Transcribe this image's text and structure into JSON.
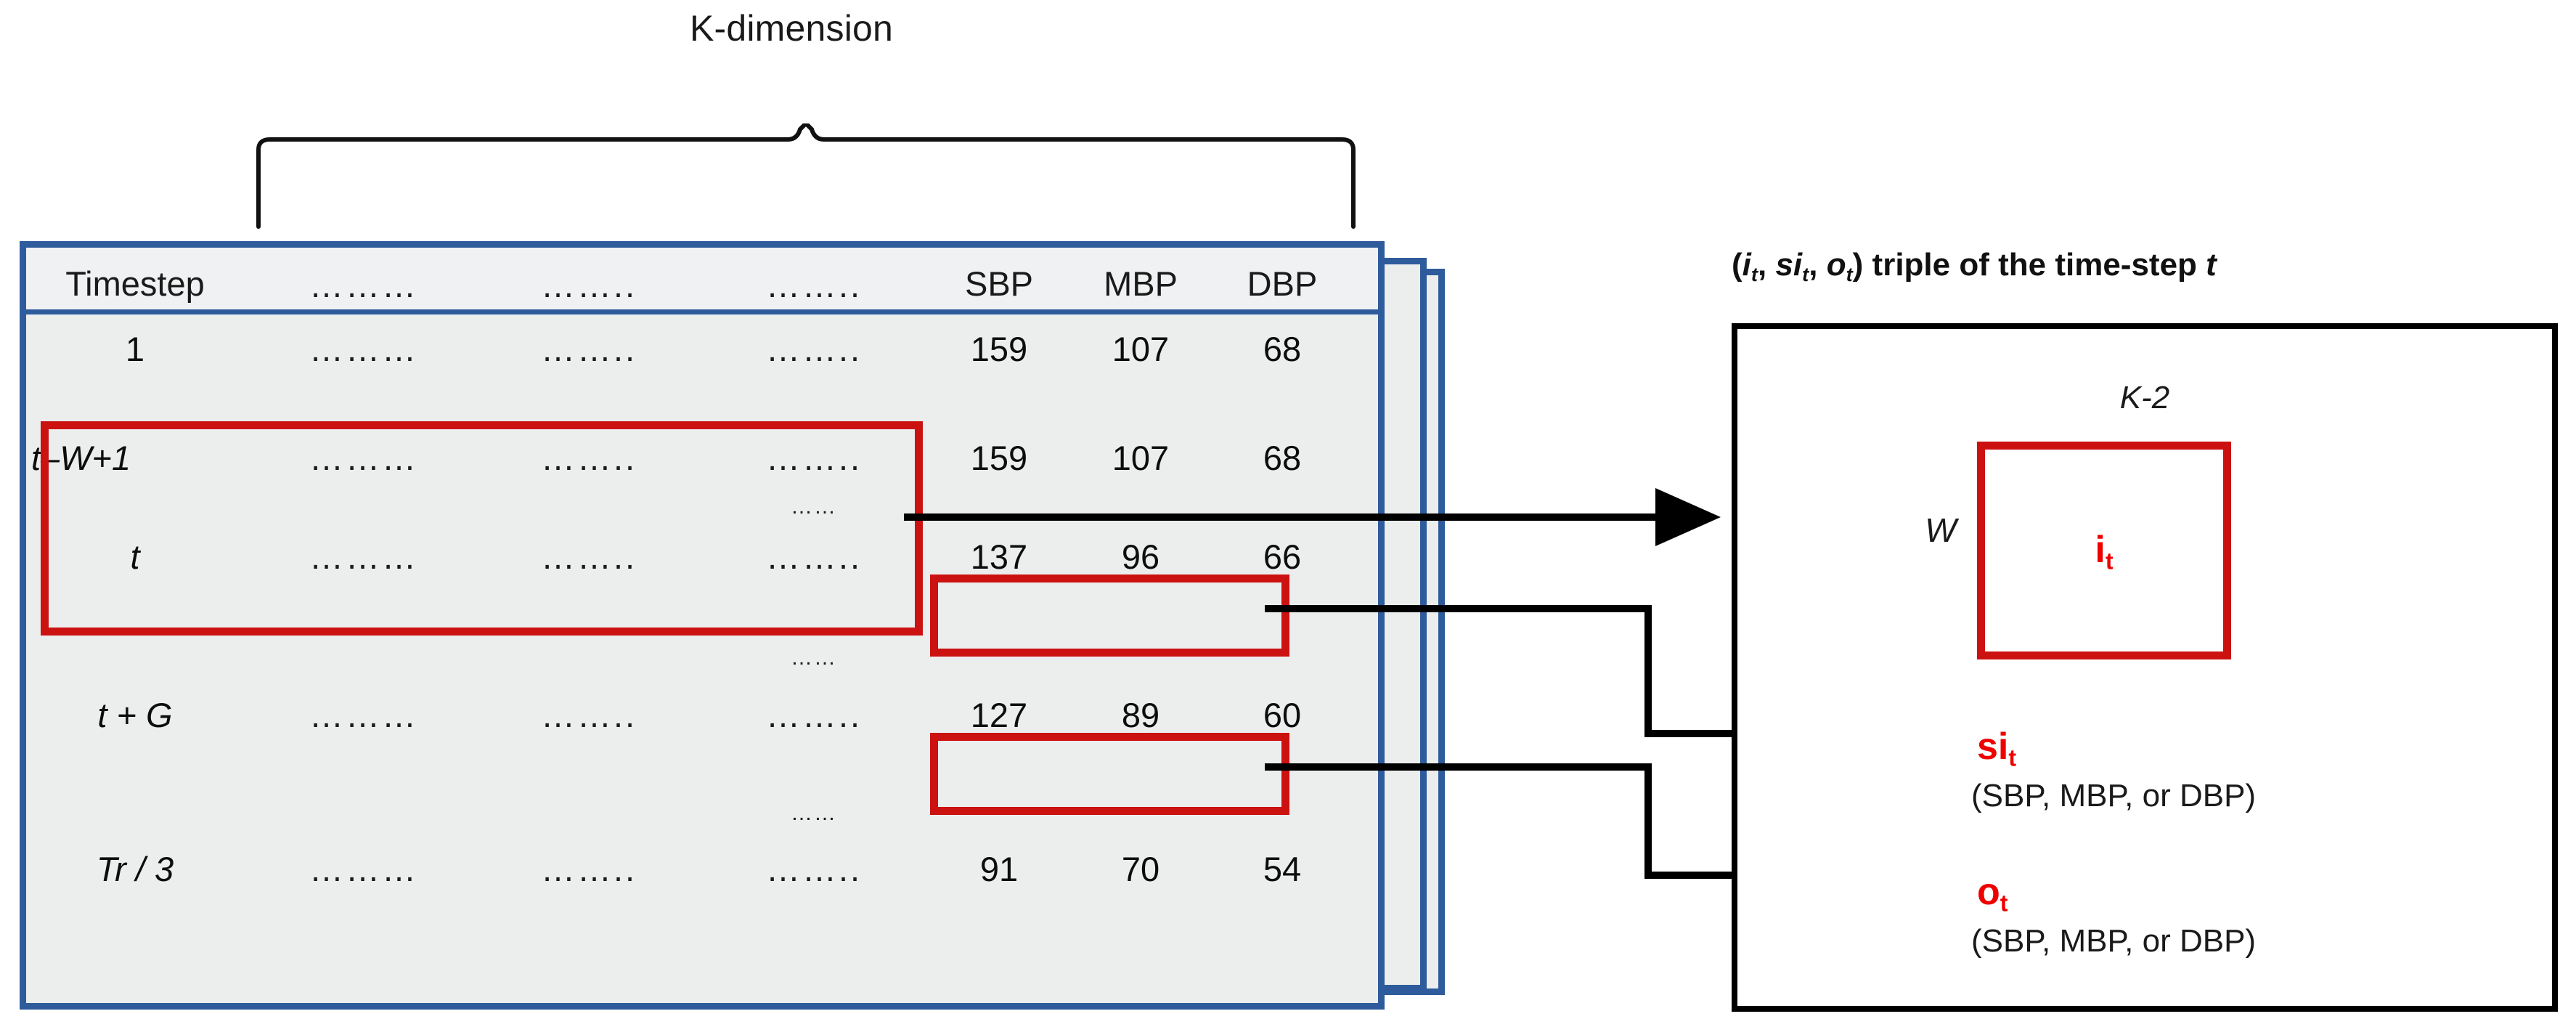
{
  "kdimension": {
    "label": "K-dimension"
  },
  "table": {
    "columns": [
      "Timestep",
      "",
      "",
      "",
      "SBP",
      "MBP",
      "DBP"
    ],
    "dot_groups": [
      "………",
      "……..",
      "…….."
    ],
    "header": {
      "timestep": "Timestep",
      "sbp": "SBP",
      "mbp": "MBP",
      "dbp": "DBP"
    },
    "rows": [
      {
        "timestep": "1",
        "sbp": "159",
        "mbp": "107",
        "dbp": "68"
      },
      {
        "timestep": "t–W+1",
        "sbp": "159",
        "mbp": "107",
        "dbp": "68"
      },
      {
        "timestep": "t",
        "sbp": "137",
        "mbp": "96",
        "dbp": "66"
      },
      {
        "timestep": "t + G",
        "sbp": "127",
        "mbp": "89",
        "dbp": "60"
      },
      {
        "timestep": "Tr / 3",
        "sbp": "91",
        "mbp": "70",
        "dbp": "54"
      }
    ],
    "ellipsis_separator": "……"
  },
  "right_panel": {
    "title": "(i, si, o) triple of the time-step t",
    "title_parts": {
      "open": "(",
      "i": "i",
      "isub": "t",
      "comma1": ",  ",
      "si": "si",
      "sisub": "t",
      "comma2": ",  ",
      "o": "o",
      "osub": "t",
      "close": ")",
      "rest": " triple of the time-step ",
      "t": "t"
    },
    "k2_label": "K-2",
    "w_label": "W",
    "input": {
      "symbol": "i",
      "subscript": "t"
    },
    "si": {
      "symbol": "si",
      "subscript": "t",
      "note": "(SBP, MBP, or DBP)"
    },
    "o": {
      "symbol": "o",
      "subscript": "t",
      "note": "(SBP, MBP, or DBP)"
    }
  },
  "colors": {
    "table_border": "#2e5b9c",
    "table_fill": "#eceded",
    "highlight_red": "#cc1111",
    "symbol_red": "#ee0000",
    "line_black": "#000000"
  }
}
